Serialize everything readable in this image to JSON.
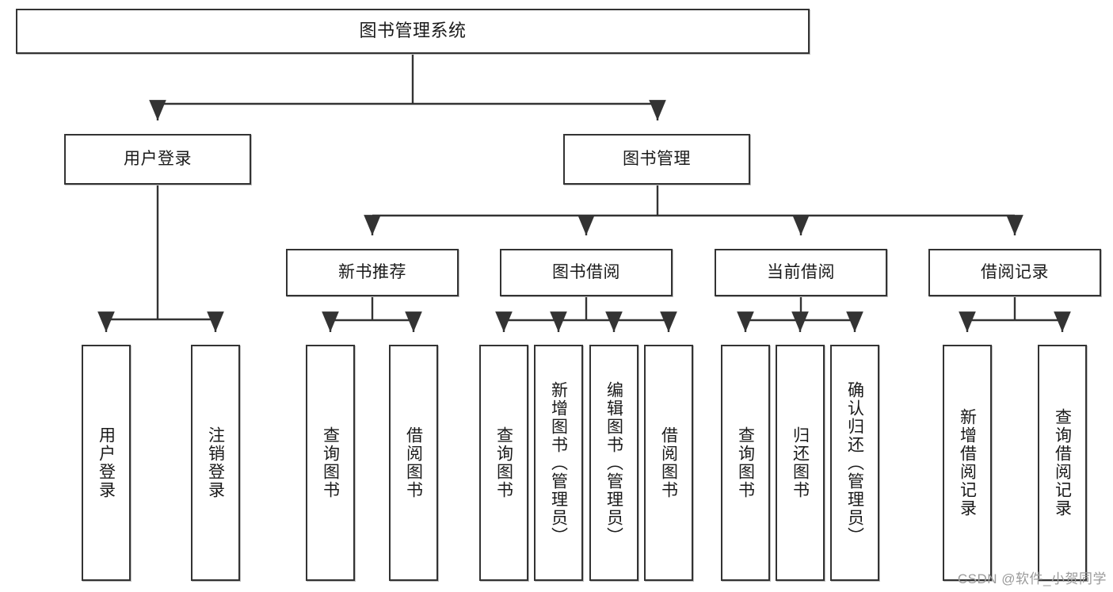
{
  "diagram": {
    "type": "tree",
    "title": "图书管理系统",
    "watermark": "CSDN @软件_小贺同学",
    "colors": {
      "box_border": "#333333",
      "box_fill": "#ffffff",
      "connector": "#333333",
      "text": "#1a1a1a",
      "watermark": "#9a9a9a"
    },
    "nodes": {
      "root": {
        "label": "图书管理系统"
      },
      "level2": [
        {
          "id": "user-login",
          "label": "用户登录"
        },
        {
          "id": "book-management",
          "label": "图书管理"
        }
      ],
      "level3": [
        {
          "id": "new-book-recommend",
          "label": "新书推荐"
        },
        {
          "id": "book-borrow",
          "label": "图书借阅"
        },
        {
          "id": "current-borrow",
          "label": "当前借阅"
        },
        {
          "id": "borrow-record",
          "label": "借阅记录"
        }
      ],
      "leaves": {
        "user_login": [
          {
            "id": "leaf-user-login",
            "label": "用户登录"
          },
          {
            "id": "leaf-logout-login",
            "label": "注销登录"
          }
        ],
        "new_book_recommend": [
          {
            "id": "leaf-query-book-1",
            "label": "查询图书"
          },
          {
            "id": "leaf-borrow-book-1",
            "label": "借阅图书"
          }
        ],
        "book_borrow": [
          {
            "id": "leaf-query-book-2",
            "label": "查询图书"
          },
          {
            "id": "leaf-add-book",
            "label": "新增图书（管理员）"
          },
          {
            "id": "leaf-edit-book",
            "label": "编辑图书（管理员）"
          },
          {
            "id": "leaf-borrow-book-2",
            "label": "借阅图书"
          }
        ],
        "current_borrow": [
          {
            "id": "leaf-query-book-3",
            "label": "查询图书"
          },
          {
            "id": "leaf-return-book",
            "label": "归还图书"
          },
          {
            "id": "leaf-confirm-return",
            "label": "确认归还（管理员）"
          }
        ],
        "borrow_record": [
          {
            "id": "leaf-add-record",
            "label": "新增借阅记录"
          },
          {
            "id": "leaf-query-record",
            "label": "查询借阅记录"
          }
        ]
      }
    }
  }
}
